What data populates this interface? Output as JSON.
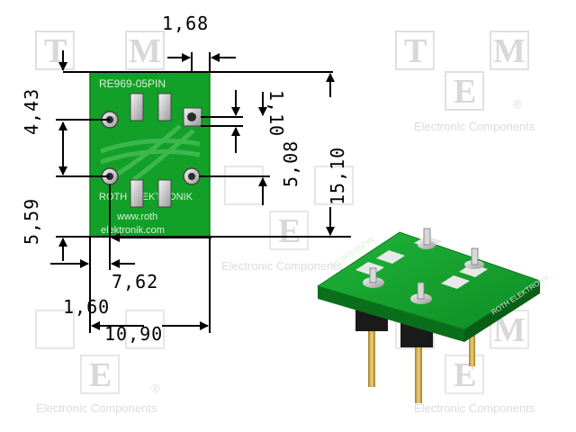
{
  "board": {
    "part_label": "RE969-05PIN",
    "maker_label": "ROTH ELEKTRONIK",
    "url_line1": "www.roth",
    "url_line2": "elektronik.com"
  },
  "watermark": {
    "letter_t": "T",
    "letter_m": "M",
    "letter_e": "E",
    "tagline": "Electronic Components",
    "registered": "®"
  },
  "dimensions": {
    "pin_width": "1,68",
    "top_offset": "4,43",
    "pad_height": "1,10",
    "pin_pitch_v": "5,08",
    "board_height": "15,10",
    "bottom_offset": "5,59",
    "pin_pitch_h": "7,62",
    "edge_offset": "1,60",
    "board_width": "10,90"
  },
  "colors": {
    "pcb_green": "#12a028",
    "pcb_dark": "#0b7a1c",
    "pad_silver": "#cfcfcf",
    "header_black": "#1a1a1a",
    "pin_gold": "#d4a840",
    "watermark_grey": "#d8d8d8"
  }
}
